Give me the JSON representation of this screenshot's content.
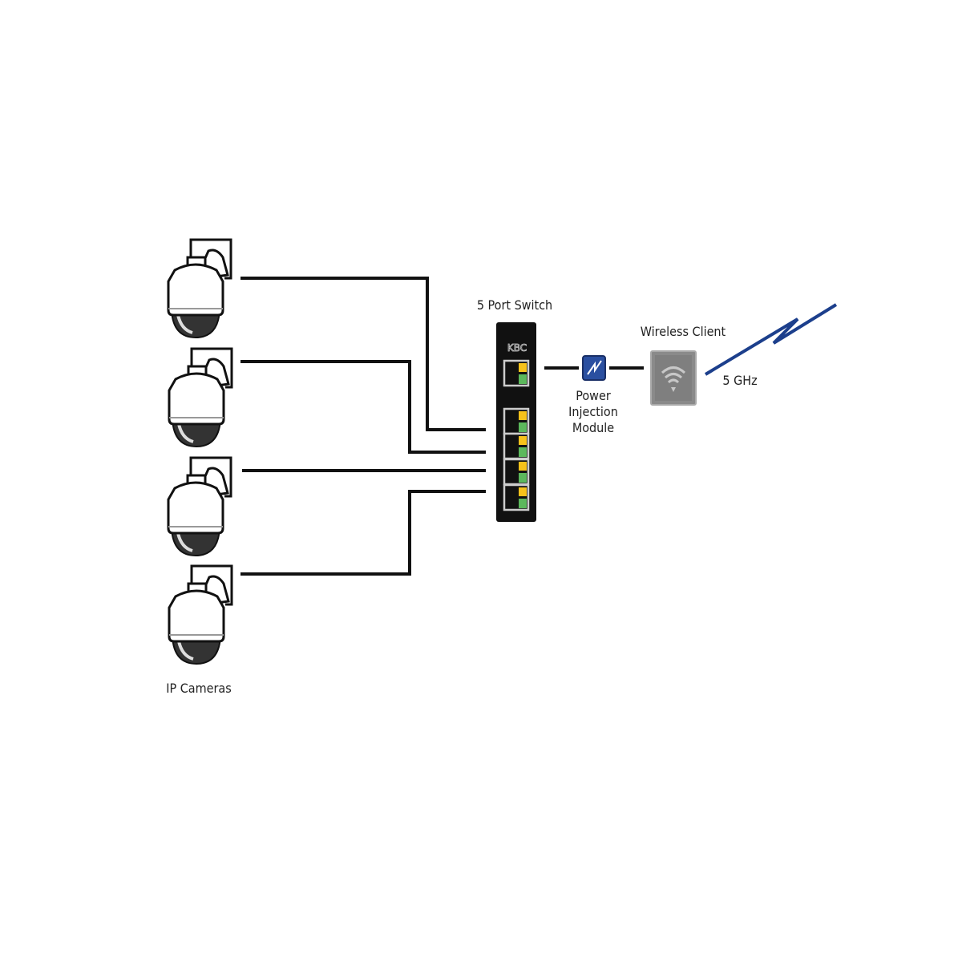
{
  "labels": {
    "switch": "5 Port Switch",
    "switch_brand": "KBC",
    "power_module": [
      "Power",
      "Injection",
      "Module"
    ],
    "wireless_client": "Wireless Client",
    "frequency": "5 GHz",
    "cameras": "IP Cameras"
  },
  "colors": {
    "port_yellow": "#f7c21b",
    "port_green": "#5cb85c",
    "pim_blue": "#2a4fa0",
    "wireless_gray": "#8a8a8a",
    "link_blue": "#1c3f8c"
  }
}
